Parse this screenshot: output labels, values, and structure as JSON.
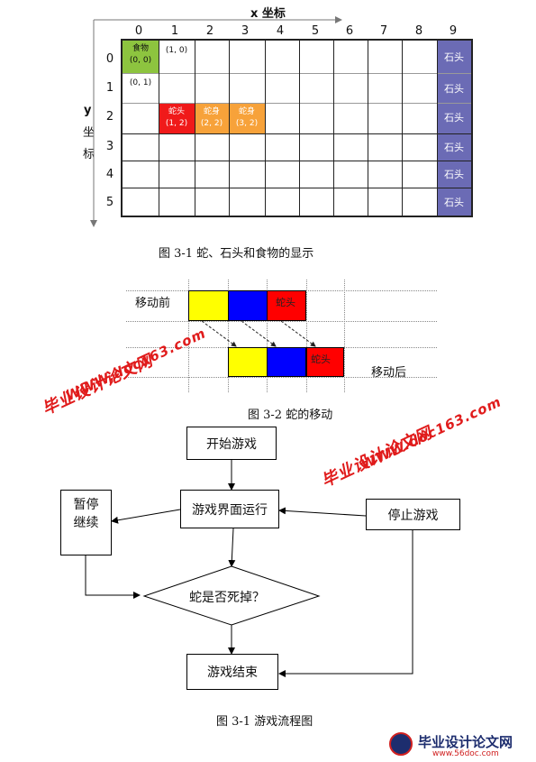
{
  "fig1": {
    "x_axis_title": "x 坐标",
    "y_axis_title_1": "y",
    "y_axis_title_2": "坐",
    "y_axis_title_3": "标",
    "columns": [
      "0",
      "1",
      "2",
      "3",
      "4",
      "5",
      "6",
      "7",
      "8",
      "9"
    ],
    "rows": [
      "0",
      "1",
      "2",
      "3",
      "4",
      "5"
    ],
    "food_label": "食物",
    "food_coord": "(0, 0)",
    "coord_1_0": "(1, 0)",
    "coord_0_1": "(0, 1)",
    "head_label": "蛇头",
    "head_coord": "(1, 2)",
    "body1_label": "蛇身",
    "body1_coord": "(2, 2)",
    "body2_label": "蛇身",
    "body2_coord": "(3, 2)",
    "stone_label": "石头",
    "caption": "图 3-1 蛇、石头和食物的显示",
    "colors": {
      "food": "#8dc43f",
      "head": "#f01a1a",
      "body": "#f7a23a",
      "stone": "#6b6bb5"
    }
  },
  "fig2": {
    "before_label": "移动前",
    "after_label": "移动后",
    "head_label": "蛇头",
    "caption": "图 3-2  蛇的移动",
    "colors": {
      "yellow": "#ffff00",
      "blue": "#0000ff",
      "red": "#ff0000"
    }
  },
  "flow": {
    "start": "开始游戏",
    "running": "游戏界面运行",
    "pause_1": "暂停",
    "pause_2": "继续",
    "stop": "停止游戏",
    "decision": "蛇是否死掉？",
    "end": "游戏结束",
    "caption": "图 3-1  游戏流程图"
  },
  "watermarks": {
    "brand": "毕业设计论文网",
    "url": "WWW.doc163.com",
    "url_bottom": "www.56doc.com"
  }
}
